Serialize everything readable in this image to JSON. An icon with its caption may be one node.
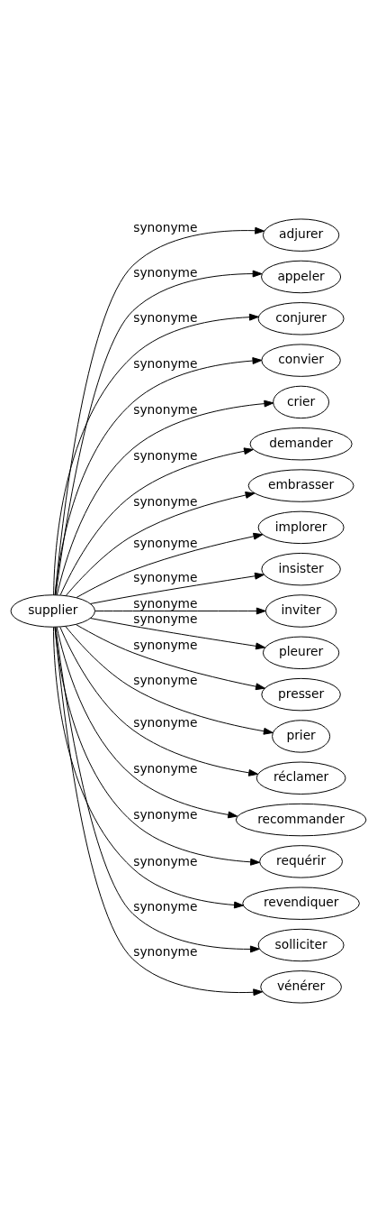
{
  "diagram": {
    "nodes": [
      {
        "text": [
          "supplier"
        ]
      },
      {
        "text": [
          "adjurer"
        ]
      },
      {
        "text": [
          "appeler"
        ]
      },
      {
        "text": [
          "conjurer"
        ]
      },
      {
        "text": [
          "convier"
        ]
      },
      {
        "text": [
          "crier"
        ]
      },
      {
        "text": [
          "demander"
        ]
      },
      {
        "text": [
          "embrasser"
        ]
      },
      {
        "text": [
          "implorer"
        ]
      },
      {
        "text": [
          "insister"
        ]
      },
      {
        "text": [
          "inviter"
        ]
      },
      {
        "text": [
          "pleurer"
        ]
      },
      {
        "text": [
          "presser"
        ]
      },
      {
        "text": [
          "prier"
        ]
      },
      {
        "text": [
          "réclamer"
        ]
      },
      {
        "text": [
          "recommander"
        ]
      },
      {
        "text": [
          "requérir"
        ]
      },
      {
        "text": [
          "revendiquer"
        ]
      },
      {
        "text": [
          "solliciter"
        ]
      },
      {
        "text": [
          "vénérer"
        ]
      }
    ],
    "edges": [
      {
        "from": 0,
        "to": 1,
        "arrow": "to",
        "label": "synonyme"
      },
      {
        "from": 0,
        "to": 2,
        "arrow": "to",
        "label": "synonyme"
      },
      {
        "from": 0,
        "to": 3,
        "arrow": "to",
        "label": "synonyme"
      },
      {
        "from": 0,
        "to": 4,
        "arrow": "to",
        "label": "synonyme"
      },
      {
        "from": 0,
        "to": 5,
        "arrow": "to",
        "label": "synonyme"
      },
      {
        "from": 0,
        "to": 6,
        "arrow": "to",
        "label": "synonyme"
      },
      {
        "from": 0,
        "to": 7,
        "arrow": "to",
        "label": "synonyme"
      },
      {
        "from": 0,
        "to": 8,
        "arrow": "to",
        "label": "synonyme"
      },
      {
        "from": 0,
        "to": 9,
        "arrow": "to",
        "label": "synonyme"
      },
      {
        "from": 0,
        "to": 10,
        "arrow": "to",
        "label": "synonyme"
      },
      {
        "from": 0,
        "to": 11,
        "arrow": "to",
        "label": "synonyme"
      },
      {
        "from": 0,
        "to": 12,
        "arrow": "to",
        "label": "synonyme"
      },
      {
        "from": 0,
        "to": 13,
        "arrow": "to",
        "label": "synonyme"
      },
      {
        "from": 0,
        "to": 14,
        "arrow": "to",
        "label": "synonyme"
      },
      {
        "from": 0,
        "to": 15,
        "arrow": "to",
        "label": "synonyme"
      },
      {
        "from": 0,
        "to": 16,
        "arrow": "to",
        "label": "synonyme"
      },
      {
        "from": 0,
        "to": 17,
        "arrow": "to",
        "label": "synonyme"
      },
      {
        "from": 0,
        "to": 18,
        "arrow": "to",
        "label": "synonyme"
      },
      {
        "from": 0,
        "to": 19,
        "arrow": "to",
        "label": "synonyme"
      }
    ]
  }
}
